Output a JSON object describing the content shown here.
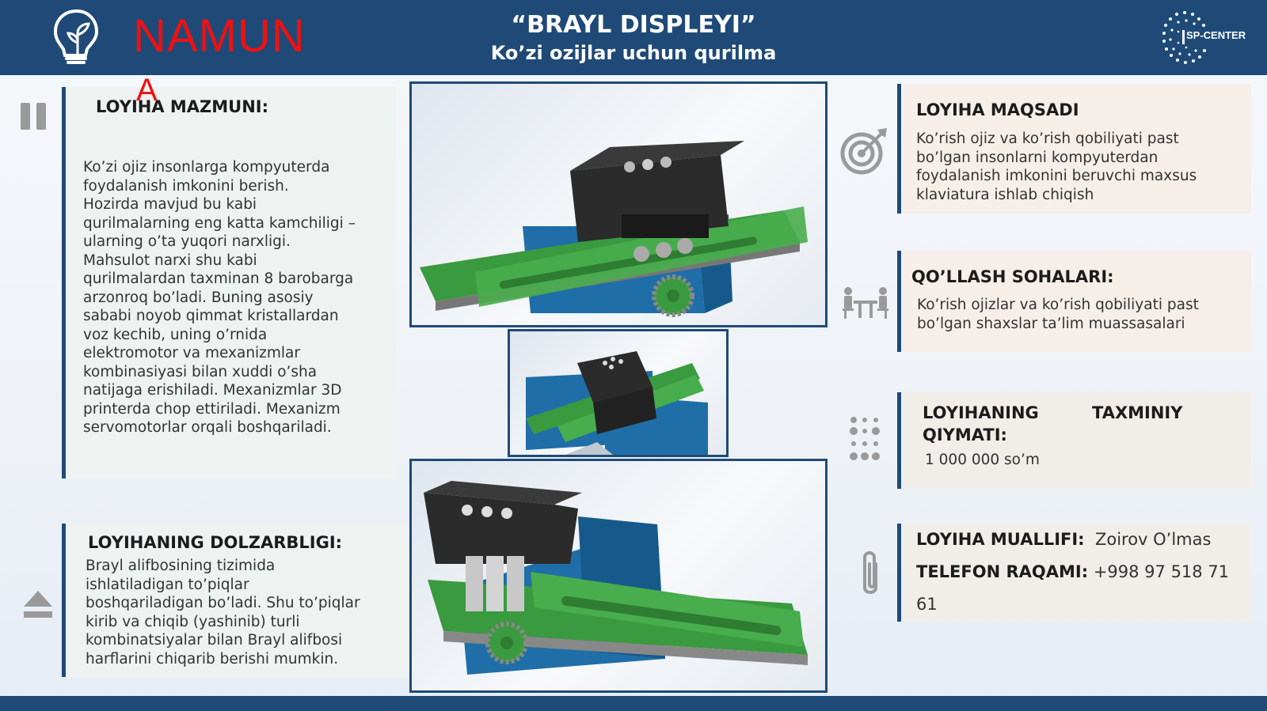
{
  "header": {
    "title": "“BRAYL DISPLEYI”",
    "subtitle": "Ko’zi ozijlar uchun qurilma",
    "watermark_line1": "NAMUN",
    "watermark_line2": "A",
    "right_logo_text": "SP-CENTER"
  },
  "left": {
    "content": {
      "heading": "LOYIHA MAZMUNI:",
      "text": "Ko’zi ojiz insonlarga kompyuterda\nfoydalanish imkonini berish.\nHozirda mavjud bu kabi\nqurilmalarning eng katta kamchiligi –\nularning o’ta yuqori narxligi.\nMahsulot narxi shu kabi\nqurilmalardan taxminan 8 barobarga\narzonroq bo’ladi. Buning asosiy\nsababi noyob qimmat kristallardan\nvoz kechib, uning o’rnida\nelektromotor va mexanizmlar\nkombinasiyasi bilan xuddi o’sha\nnatijaga erishiladi. Mexanizmlar 3D\nprinterda chop ettiriladi. Mexanizm\nservomotorlar orqali boshqariladi."
    },
    "relevance": {
      "heading": "LOYIHANING DOLZARBLIGI:",
      "text": "Brayl alifbosining tizimida\nishlatiladigan to’piqlar\nboshqariladigan bo’ladi. Shu to’piqlar\nkirib va chiqib (yashinib) turli\nkombinatsiyalar bilan Brayl alifbosi\nharflarini chiqarib berishi mumkin."
    }
  },
  "right": {
    "goal": {
      "heading": "LOYIHA MAQSADI",
      "text": "Ko’rish ojiz va ko’rish qobiliyati  past\nbo’lgan insonlarni kompyuterdan\nfoydalanish imkonini beruvchi maxsus\nklaviatura ishlab chiqish"
    },
    "areas": {
      "heading": "QO’LLASH SOHALARI:",
      "text": "Ko’rish ojizlar va ko’rish qobiliyati  past\nbo’lgan shaxslar ta’lim muassasalari"
    },
    "cost": {
      "heading_a": "LOYIHANING",
      "heading_b": "TAXMINIY",
      "heading_c": "QIYMATI:",
      "value": "1 000 000 so’m"
    },
    "author": {
      "author_label": "LOYIHA MUALLIFI:",
      "author_name": "Zoirov O’lmas",
      "phone_label": "TELEFON RAQAMI:",
      "phone_value": "+998 97 518 71",
      "phone_value_2": "61"
    }
  },
  "colors": {
    "header": "#1f4a77",
    "watermark": "#e11111",
    "green_part": "#3a9a3f",
    "blue_part": "#1f6ea8",
    "black_part": "#2b2b2b"
  },
  "icons": [
    "lightbulb-brain-icon",
    "sp-center-logo",
    "pause-icon",
    "eject-icon",
    "target-icon",
    "meeting-icon",
    "dots-icon",
    "paperclip-icon"
  ]
}
